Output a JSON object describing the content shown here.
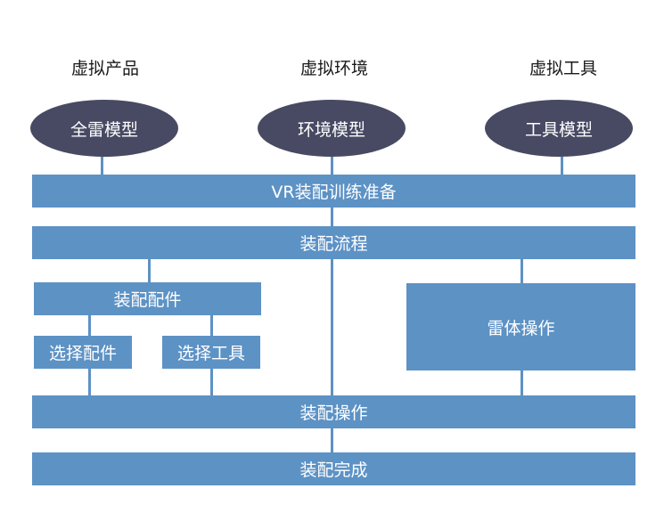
{
  "categories": {
    "product": "虚拟产品",
    "environment": "虚拟环境",
    "tool": "虚拟工具"
  },
  "models": {
    "product": "全雷模型",
    "environment": "环境模型",
    "tool": "工具模型"
  },
  "steps": {
    "vr_prep": "VR装配训练准备",
    "process": "装配流程",
    "assembly_parts": "装配配件",
    "select_parts": "选择配件",
    "select_tools": "选择工具",
    "mine_body": "雷体操作",
    "assembly_op": "装配操作",
    "complete": "装配完成"
  },
  "colors": {
    "box": "#5d92c5",
    "ellipse": "#484a63",
    "text_dark": "#1a1a1a"
  }
}
